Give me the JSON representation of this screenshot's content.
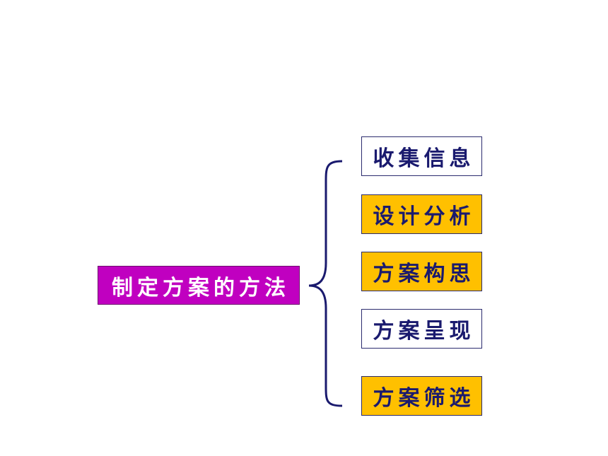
{
  "root": {
    "label": "制定方案的方法",
    "background": "#c000c0",
    "text_color": "#ffffff"
  },
  "branches": [
    {
      "label": "收集信息",
      "background": "#ffffff",
      "text_color": "#1a1a6e"
    },
    {
      "label": "设计分析",
      "background": "#ffc000",
      "text_color": "#1a1a6e"
    },
    {
      "label": "方案构思",
      "background": "#ffc000",
      "text_color": "#1a1a6e"
    },
    {
      "label": "方案呈现",
      "background": "#ffffff",
      "text_color": "#1a1a6e"
    },
    {
      "label": "方案筛选",
      "background": "#ffc000",
      "text_color": "#1a1a6e"
    }
  ],
  "brace_color": "#1a1a6e"
}
